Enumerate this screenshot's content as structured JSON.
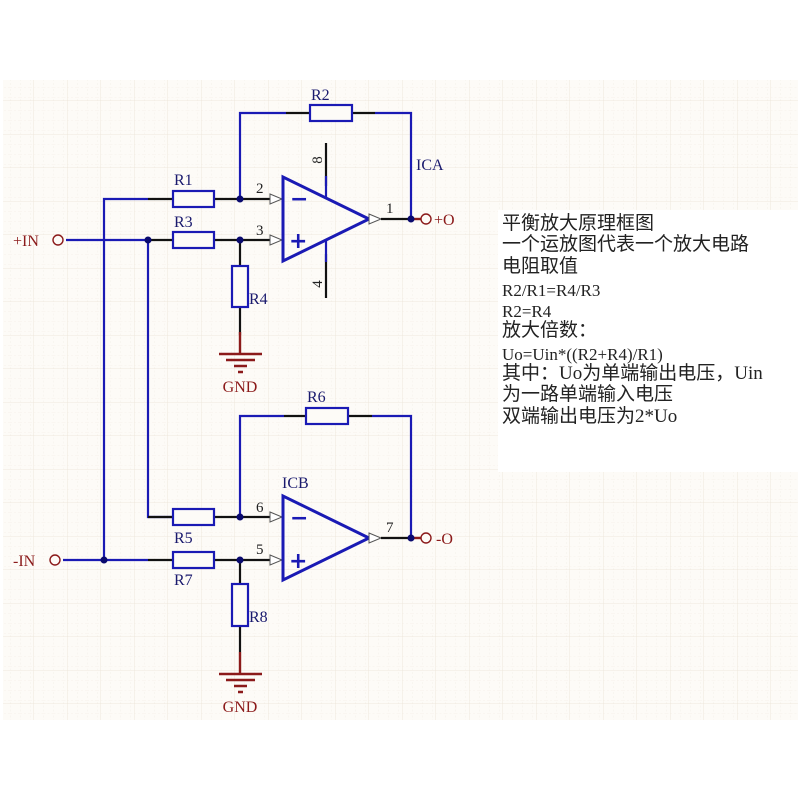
{
  "diagram": {
    "type": "circuit-schematic",
    "colors": {
      "background": "#fdfbf7",
      "grid": "#ece6dc",
      "wire": "#1a1ab4",
      "lead": "#111111",
      "junction": "#0a0a6e",
      "ground": "#8b1a1a",
      "port_label": "#8b1a1a",
      "component_label": "#1a1a6e"
    },
    "components": {
      "R1": "R1",
      "R2": "R2",
      "R3": "R3",
      "R4": "R4",
      "R5": "R5",
      "R6": "R6",
      "R7": "R7",
      "R8": "R8"
    },
    "opamps": {
      "ica": {
        "label": "ICA",
        "pin_inv": "2",
        "pin_noninv": "3",
        "pin_out": "1",
        "pin_vplus": "8",
        "pin_vminus": "4",
        "minus_sign": "−",
        "plus_sign": "+"
      },
      "icb": {
        "label": "ICB",
        "pin_inv": "6",
        "pin_noninv": "5",
        "pin_out": "7",
        "minus_sign": "−",
        "plus_sign": "+"
      }
    },
    "ports": {
      "in_plus": "+IN",
      "in_minus": "-IN",
      "out_plus": "+O",
      "out_minus": "-O"
    },
    "grounds": [
      "GND",
      "GND"
    ]
  },
  "notes": {
    "lines": [
      "平衡放大原理框图",
      "一个运放图代表一个放大电路",
      "电阻取值",
      "R2/R1=R4/R3",
      "R2=R4",
      "放大倍数：",
      "Uo=Uin*((R2+R4)/R1)",
      "其中：Uo为单端输出电压，Uin",
      "为一路单端输入电压",
      "双端输出电压为2*Uo"
    ]
  }
}
